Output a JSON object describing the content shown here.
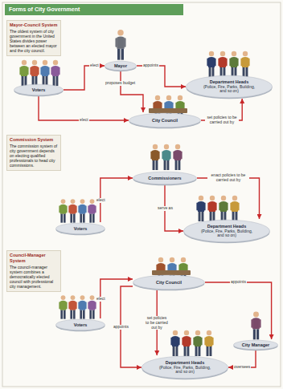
{
  "diagram": {
    "title": "Forms of City Government",
    "nodes": [
      {
        "text": [
          "Mayor-Council System",
          "The oldest system of city government in the United States divides power between an elected mayor and the city council."
        ]
      },
      {
        "text": [
          "Voters"
        ]
      },
      {
        "text": [
          "Mayor"
        ]
      },
      {
        "text": [
          "Department Heads",
          "(Police, Fire, Parks, Building, and so on)"
        ]
      },
      {
        "text": [
          "City Council"
        ]
      },
      {
        "text": [
          "Commission System",
          "The commission system of city government depends on electing qualified professionals to head city commissions."
        ]
      },
      {
        "text": [
          "Commissioners"
        ]
      },
      {
        "text": [
          "Voters"
        ]
      },
      {
        "text": [
          "Department Heads",
          "(Police, Fire, Parks, Building, and so on)"
        ]
      },
      {
        "text": [
          "Council-Manager System",
          "The council-manager system combines a democratically elected council with professional city management."
        ]
      },
      {
        "text": [
          "Voters"
        ]
      },
      {
        "text": [
          "City Council"
        ]
      },
      {
        "text": [
          "City Manager"
        ]
      },
      {
        "text": [
          "Department Heads",
          "(Police, Fire, Parks, Building, and so on)"
        ]
      }
    ],
    "edges": [
      {
        "from": 1,
        "to": 2,
        "label": "elect",
        "arrow": "to"
      },
      {
        "from": 2,
        "to": 3,
        "label": "appoints",
        "arrow": "to"
      },
      {
        "from": 2,
        "to": 4,
        "label": "proposes budget",
        "arrow": "to"
      },
      {
        "from": 1,
        "to": 4,
        "label": "elect",
        "arrow": "to"
      },
      {
        "from": 4,
        "to": 3,
        "label": "set policies to be carried out by",
        "arrow": "to"
      },
      {
        "from": 7,
        "to": 6,
        "label": "elect",
        "arrow": "to"
      },
      {
        "from": 6,
        "to": 8,
        "label": "enact policies to be carried out by",
        "arrow": "to"
      },
      {
        "from": 6,
        "to": 8,
        "label": "serve as",
        "arrow": "to"
      },
      {
        "from": 10,
        "to": 11,
        "label": "elect",
        "arrow": "to"
      },
      {
        "from": 11,
        "to": 12,
        "label": "appoints",
        "arrow": "to"
      },
      {
        "from": 11,
        "to": 13,
        "label": "appoints",
        "arrow": "to"
      },
      {
        "from": 11,
        "to": 13,
        "label": "set policies to be carried out by",
        "arrow": "to"
      },
      {
        "from": 12,
        "to": 13,
        "label": "oversees",
        "arrow": "to"
      }
    ]
  }
}
